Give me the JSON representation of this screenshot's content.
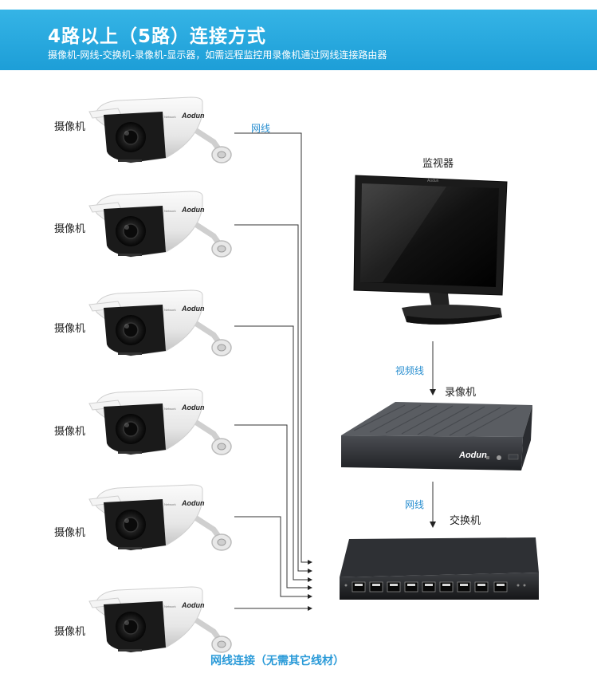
{
  "header": {
    "title": "4路以上（5路）连接方式",
    "subtitle": "摄像机-网线-交换机-录像机-显示器，如需远程监控用录像机通过网线连接路由器"
  },
  "cameras": [
    {
      "label": "摄像机"
    },
    {
      "label": "摄像机"
    },
    {
      "label": "摄像机"
    },
    {
      "label": "摄像机"
    },
    {
      "label": "摄像机"
    },
    {
      "label": "摄像机"
    }
  ],
  "camera_brand": "Aodun",
  "devices": {
    "monitor_label": "监视器",
    "monitor_brand": "Aodun",
    "nvr_label": "录像机",
    "nvr_brand": "Aodun",
    "switch_label": "交换机"
  },
  "cables": {
    "camera_cable": "网线",
    "video_cable": "视频线",
    "switch_cable": "网线"
  },
  "footer_note": "网线连接（无需其它线材）",
  "colors": {
    "banner": "#1d9ed7",
    "accent_text": "#2a9ad8"
  }
}
